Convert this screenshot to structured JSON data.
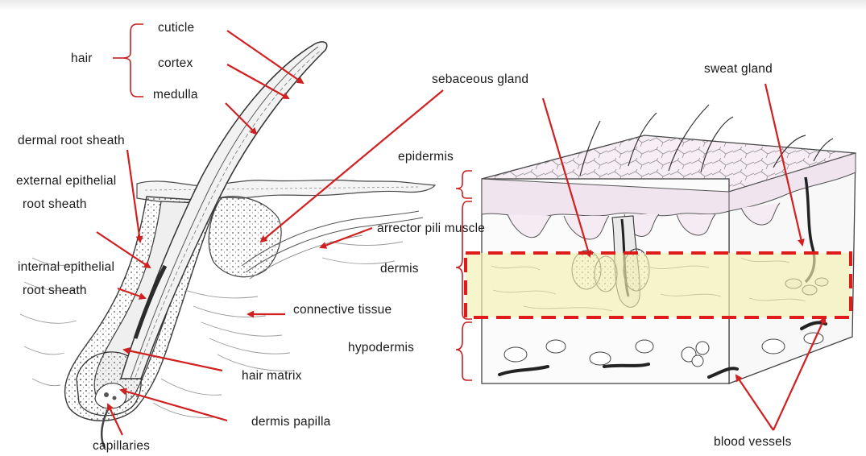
{
  "hair_group": {
    "title": "hair",
    "parts": [
      "cuticle",
      "cortex",
      "medulla"
    ]
  },
  "follicle_labels": {
    "dermal_root_sheath": "dermal root sheath",
    "external_epithelial_1": "external epithelial",
    "external_epithelial_2": "root sheath",
    "internal_epithelial_1": "internal epithelial",
    "internal_epithelial_2": "root sheath",
    "connective_tissue": "connective tissue",
    "hair_matrix": "hair matrix",
    "dermis_papilla": "dermis papilla",
    "capillaries": "capillaries"
  },
  "skin_labels": {
    "sebaceous_gland": "sebaceous gland",
    "sweat_gland": "sweat gland",
    "epidermis": "epidermis",
    "arrector_pili_muscle": "arrector pili muscle",
    "dermis": "dermis",
    "hypodermis": "hypodermis",
    "blood_vessels": "blood vessels"
  },
  "colors": {
    "arrow": "#d21f1f",
    "highlight_fill": "#f3efb0",
    "highlight_border": "#e01b1b",
    "ink": "#3a3a3a"
  }
}
